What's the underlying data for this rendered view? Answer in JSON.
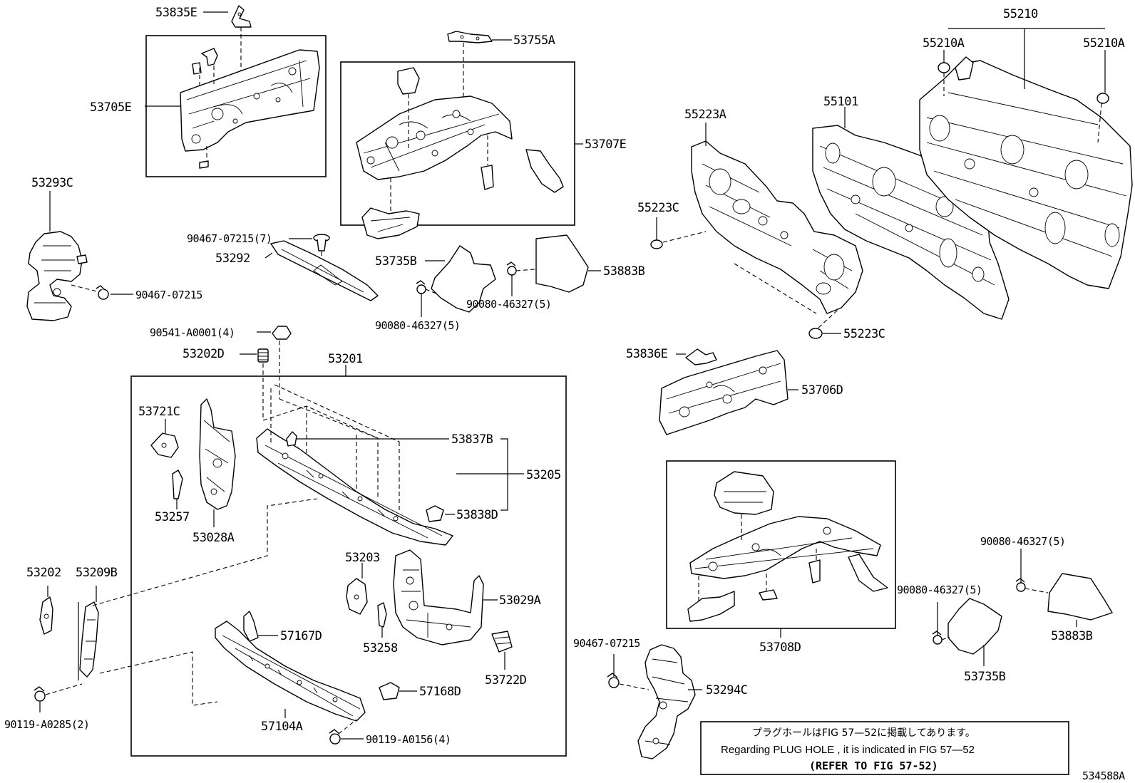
{
  "diagram_id": "534588A",
  "labels": {
    "p53835E": "53835E",
    "p53705E": "53705E",
    "p53755A": "53755A",
    "p53707E": "53707E",
    "p53293C": "53293C",
    "p90467_07215_7": "90467-07215(7)",
    "p53292": "53292",
    "p90467_07215_left": "90467-07215",
    "p53735B_top": "53735B",
    "p53883B_top": "53883B",
    "p90080_46327_5_a": "90080-46327(5)",
    "p90080_46327_5_b": "90080-46327(5)",
    "p55210": "55210",
    "p55210A_left": "55210A",
    "p55210A_right": "55210A",
    "p55101": "55101",
    "p55223A": "55223A",
    "p55223C_top": "55223C",
    "p55223C_bottom": "55223C",
    "p90541_A0001_4": "90541-A0001(4)",
    "p53202D": "53202D",
    "p53201": "53201",
    "p53836E": "53836E",
    "p53706D": "53706D",
    "p53721C": "53721C",
    "p53837B": "53837B",
    "p53205": "53205",
    "p53257": "53257",
    "p53838D": "53838D",
    "p53028A": "53028A",
    "p53202": "53202",
    "p53209B": "53209B",
    "p53203": "53203",
    "p53029A": "53029A",
    "p57167D": "57167D",
    "p53258": "53258",
    "p53722D": "53722D",
    "p57168D": "57168D",
    "p57104A": "57104A",
    "p90119_A0285_2": "90119-A0285(2)",
    "p90119_A0156_4": "90119-A0156(4)",
    "p53708D": "53708D",
    "p90080_46327_5_c": "90080-46327(5)",
    "p90080_46327_5_d": "90080-46327(5)",
    "p53883B_bottom": "53883B",
    "p53735B_bottom": "53735B",
    "p90467_07215_right": "90467-07215",
    "p53294C": "53294C"
  },
  "note": {
    "japanese": "プラグホールはFIG 57—52に掲載してあります。",
    "english": "Regarding PLUG HOLE , it is indicated in FIG 57—52",
    "reference": "(REFER TO FIG 57-52)"
  }
}
